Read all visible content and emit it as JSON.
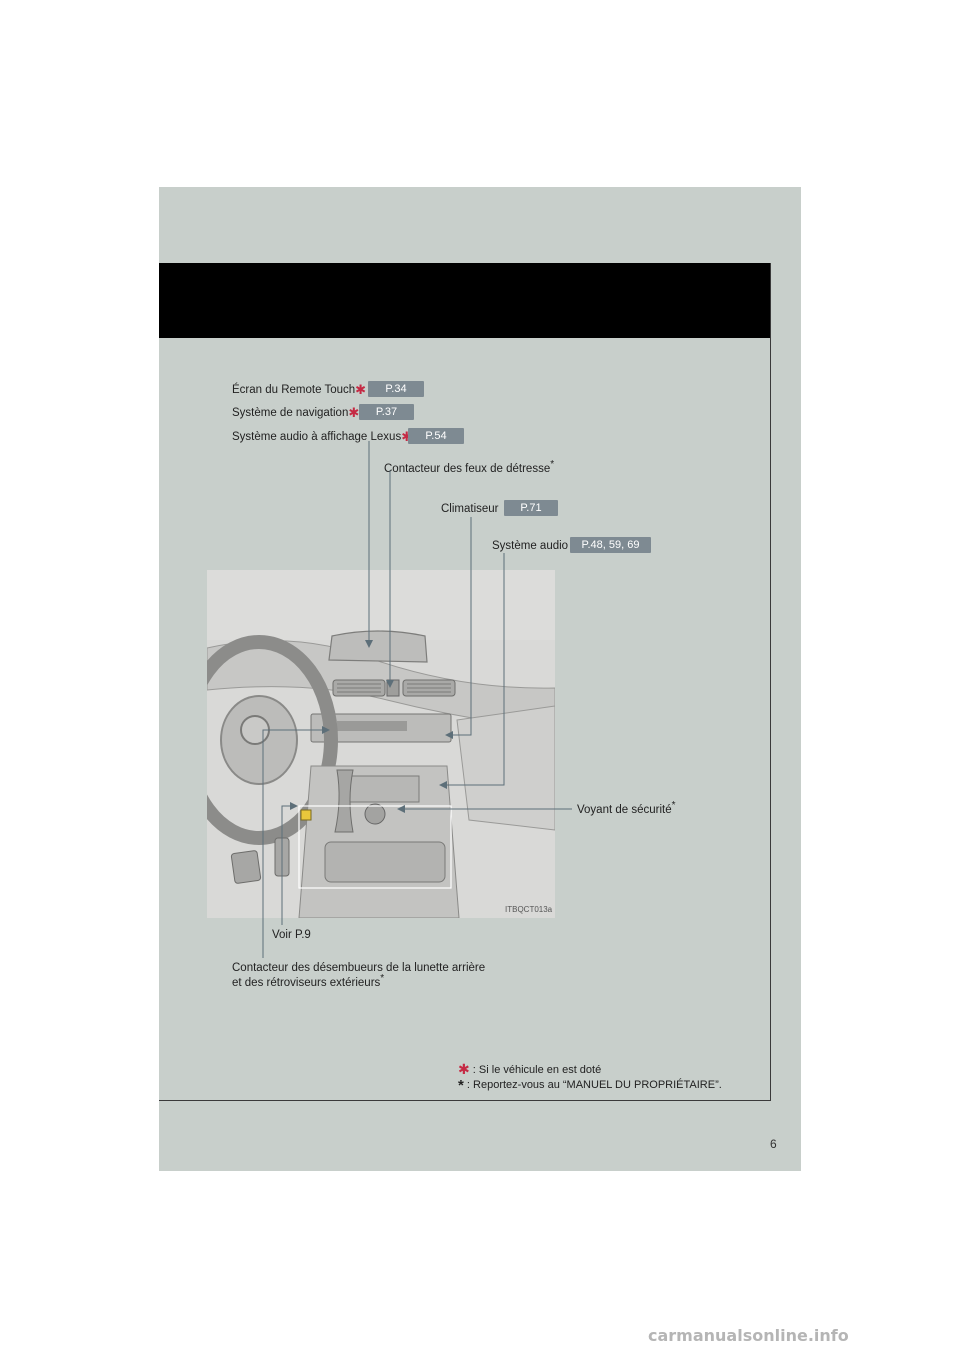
{
  "labels": {
    "ecran": {
      "text": "Écran du Remote Touch",
      "ref": "P.34"
    },
    "navigation": {
      "text": "Système de navigation",
      "ref": "P.37"
    },
    "audio_lexus": {
      "text": "Système audio à affichage Lexus",
      "ref": "P.54"
    },
    "detresse": {
      "text": "Contacteur des feux de détresse"
    },
    "climatiseur": {
      "text": "Climatiseur",
      "ref": "P.71"
    },
    "audio": {
      "text": "Système audio",
      "ref": "P.48, 59, 69"
    },
    "voyant": {
      "text": "Voyant de sécurité"
    },
    "voir": {
      "text": "Voir P.9"
    },
    "desembueurs_1": {
      "text": "Contacteur des désembueurs de la lunette arrière"
    },
    "desembueurs_2": {
      "text": "et des rétroviseurs extérieurs"
    }
  },
  "marks": {
    "optional_symbol": "✱",
    "star_symbol": "*"
  },
  "image_code": "ITBQCT013a",
  "legend": {
    "optional": ": Si le véhicule en est doté",
    "star": ": Reportez-vous au “MANUEL DU PROPRIÉTAIRE”."
  },
  "page_number": "6",
  "watermark": "carmanualsonline.info",
  "colors": {
    "panel": "#c8cfcb",
    "header": "#000000",
    "ref_badge": "#7e8a92",
    "optional_mark": "#c52a44"
  }
}
